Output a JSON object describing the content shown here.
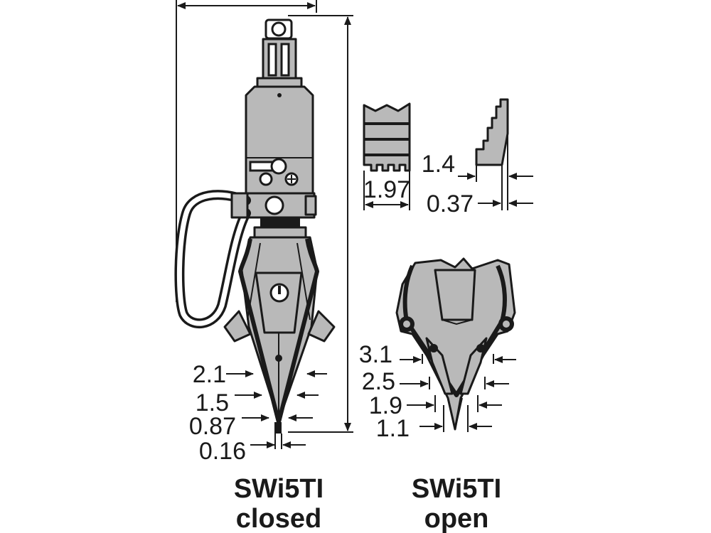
{
  "closed_gripper": {
    "dimensions": [
      "2.1",
      "1.5",
      "0.87",
      "0.16"
    ],
    "caption_line1": "SWi5TI",
    "caption_line2": "closed"
  },
  "open_gripper": {
    "dimensions": [
      "3.1",
      "2.5",
      "1.9",
      "1.1"
    ],
    "caption_line1": "SWi5TI",
    "caption_line2": "open"
  },
  "jaw_detail": {
    "width": "1.97",
    "step": "1.4",
    "tip": "0.37"
  },
  "colors": {
    "body_fill": "#b9b9b9",
    "line": "#1a1a1a"
  }
}
